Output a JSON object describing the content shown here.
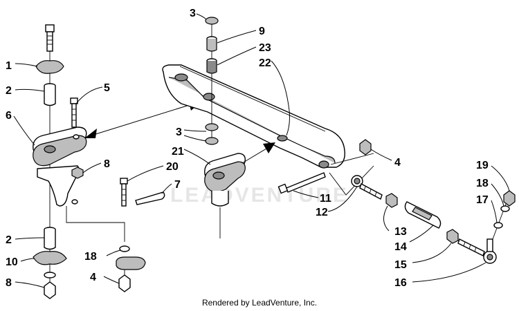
{
  "watermark": "LEADVENTURE",
  "footer": "Rendered by LeadVenture, Inc.",
  "callouts": [
    {
      "id": "c1",
      "text": "1"
    },
    {
      "id": "c2a",
      "text": "2"
    },
    {
      "id": "c5",
      "text": "5"
    },
    {
      "id": "c6",
      "text": "6"
    },
    {
      "id": "c8a",
      "text": "8"
    },
    {
      "id": "c2b",
      "text": "2"
    },
    {
      "id": "c10",
      "text": "10"
    },
    {
      "id": "c8b",
      "text": "8"
    },
    {
      "id": "c20",
      "text": "20"
    },
    {
      "id": "c7",
      "text": "7"
    },
    {
      "id": "c18a",
      "text": "18"
    },
    {
      "id": "c4a",
      "text": "4"
    },
    {
      "id": "c3a",
      "text": "3"
    },
    {
      "id": "c9",
      "text": "9"
    },
    {
      "id": "c23",
      "text": "23"
    },
    {
      "id": "c22",
      "text": "22"
    },
    {
      "id": "c3b",
      "text": "3"
    },
    {
      "id": "c21",
      "text": "21"
    },
    {
      "id": "c4b",
      "text": "4"
    },
    {
      "id": "c11",
      "text": "11"
    },
    {
      "id": "c12",
      "text": "12"
    },
    {
      "id": "c13",
      "text": "13"
    },
    {
      "id": "c14",
      "text": "14"
    },
    {
      "id": "c15",
      "text": "15"
    },
    {
      "id": "c16",
      "text": "16"
    },
    {
      "id": "c19",
      "text": "19"
    },
    {
      "id": "c18b",
      "text": "18"
    },
    {
      "id": "c17",
      "text": "17"
    }
  ]
}
